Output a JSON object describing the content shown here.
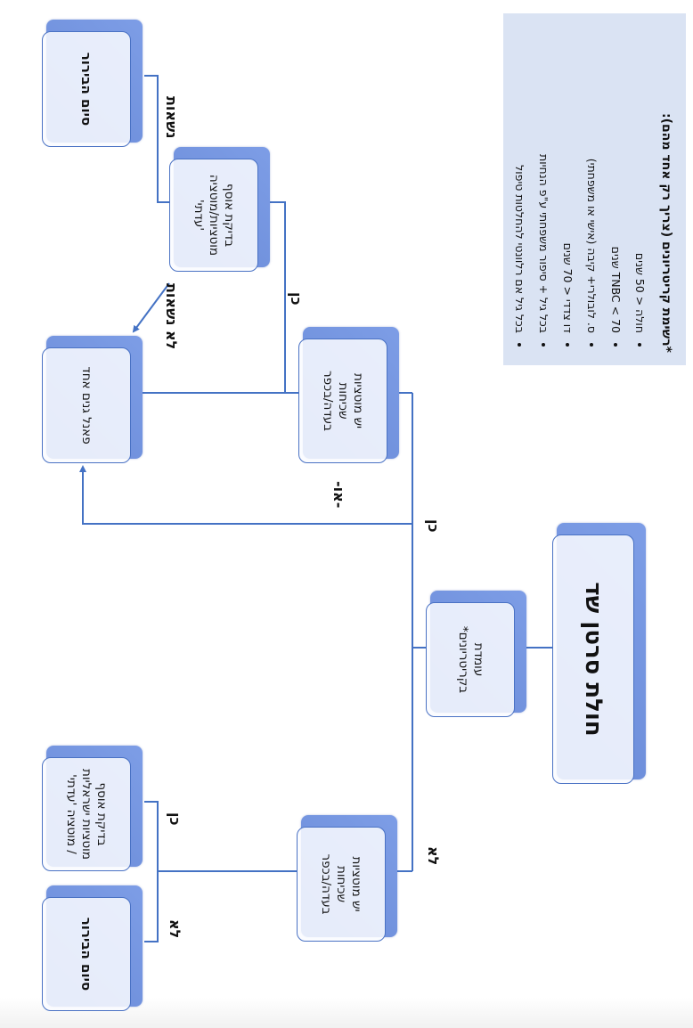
{
  "title": "חולת סרטן שד",
  "criteria_box": [
    "עומדת",
    "בקריטריונים*"
  ],
  "mutation_box_top": [
    "יש מוטציות",
    "שכיחות",
    "בעדה/בכפר"
  ],
  "mutation_box_bottom": [
    "יש מוטציות",
    "שכיחות",
    "בעדה/בכפר"
  ],
  "panel_box": "פאנל גנים אחד",
  "founder_test_top": [
    "בדיקת אוסף",
    "מוטציות/מוטציה",
    "'עדתי'"
  ],
  "founder_test_bottom": [
    "בדיקת אוסף",
    "מוטציות ישראליות",
    "/ מוטציה 'עדתי'"
  ],
  "end_top": "סיום הבירור",
  "end_bottom": "סיום הבירור",
  "labels": {
    "yes_main": "כן",
    "no_main": "לא",
    "or": "-או-",
    "yes_top": "כן",
    "carrier": "נשאות",
    "not_carrier": "לא נשאות",
    "yes_bottom": "כן",
    "no_bottom": "לא"
  },
  "legend": {
    "header": "*רשימת קריטריונים (צריך רק אחד מהם):",
    "items": [
      "חולה < 50 שנים",
      "TNBC < 70 שנים",
      "ס. לובולרי+ קיבה (אישי או משפחתי)",
      "דו צדדי < 70 שנים",
      "בכל גיל + סיפור משפחתי ע\"פ הנחיות",
      "בכל גיל אם רלוונטי להחלטות טיפול"
    ]
  },
  "colors": {
    "line": "#4472c4",
    "box_border": "#4a72c4",
    "box_shadow": "#7d9de6",
    "legend_bg": "#dae3f3"
  }
}
